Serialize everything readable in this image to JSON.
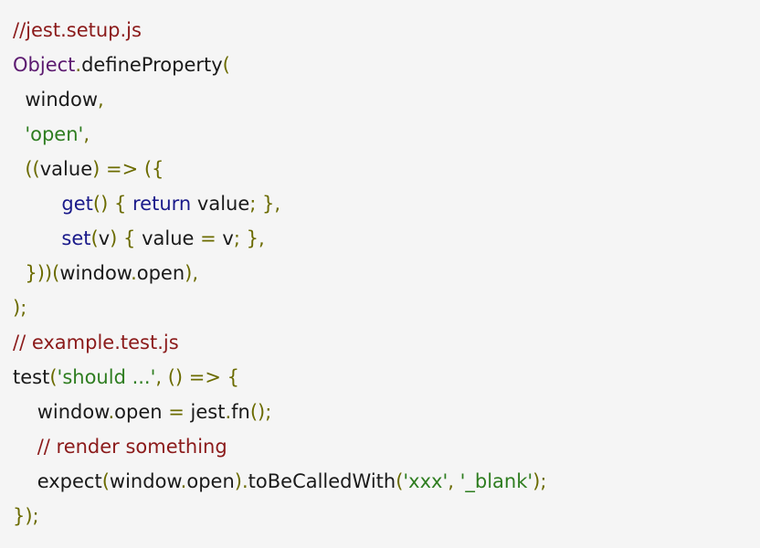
{
  "colors": {
    "background": "#f5f5f5",
    "comment": "#8b1a1a",
    "builtin": "#5c1a70",
    "string": "#2e7d20",
    "keyword": "#1a1a8a",
    "punctuation": "#6b6b00",
    "text": "#1a1a1a"
  },
  "code": {
    "lines": [
      [
        {
          "t": "comment",
          "v": "//jest.setup.js"
        }
      ],
      [
        {
          "t": "builtin",
          "v": "Object"
        },
        {
          "t": "punct",
          "v": "."
        },
        {
          "t": "plain",
          "v": "defineProperty"
        },
        {
          "t": "punct",
          "v": "("
        }
      ],
      [
        {
          "t": "plain",
          "v": "  window"
        },
        {
          "t": "punct",
          "v": ","
        }
      ],
      [
        {
          "t": "plain",
          "v": "  "
        },
        {
          "t": "string",
          "v": "'open'"
        },
        {
          "t": "punct",
          "v": ","
        }
      ],
      [
        {
          "t": "plain",
          "v": "  "
        },
        {
          "t": "punct",
          "v": "(("
        },
        {
          "t": "plain",
          "v": "value"
        },
        {
          "t": "punct",
          "v": ") => ({"
        }
      ],
      [
        {
          "t": "plain",
          "v": "        "
        },
        {
          "t": "keyword",
          "v": "get"
        },
        {
          "t": "punct",
          "v": "() { "
        },
        {
          "t": "keyword",
          "v": "return"
        },
        {
          "t": "plain",
          "v": " value"
        },
        {
          "t": "punct",
          "v": "; },"
        }
      ],
      [
        {
          "t": "plain",
          "v": "        "
        },
        {
          "t": "keyword",
          "v": "set"
        },
        {
          "t": "punct",
          "v": "("
        },
        {
          "t": "plain",
          "v": "v"
        },
        {
          "t": "punct",
          "v": ") { "
        },
        {
          "t": "plain",
          "v": "value "
        },
        {
          "t": "punct",
          "v": "="
        },
        {
          "t": "plain",
          "v": " v"
        },
        {
          "t": "punct",
          "v": "; },"
        }
      ],
      [
        {
          "t": "plain",
          "v": "  "
        },
        {
          "t": "punct",
          "v": "}))("
        },
        {
          "t": "plain",
          "v": "window"
        },
        {
          "t": "punct",
          "v": "."
        },
        {
          "t": "plain",
          "v": "open"
        },
        {
          "t": "punct",
          "v": "),"
        }
      ],
      [
        {
          "t": "punct",
          "v": ");"
        }
      ],
      [
        {
          "t": "comment",
          "v": "// example.test.js"
        }
      ],
      [
        {
          "t": "plain",
          "v": "test"
        },
        {
          "t": "punct",
          "v": "("
        },
        {
          "t": "string",
          "v": "'should ...'"
        },
        {
          "t": "punct",
          "v": ", () => {"
        }
      ],
      [
        {
          "t": "plain",
          "v": "    window"
        },
        {
          "t": "punct",
          "v": "."
        },
        {
          "t": "plain",
          "v": "open "
        },
        {
          "t": "punct",
          "v": "="
        },
        {
          "t": "plain",
          "v": " jest"
        },
        {
          "t": "punct",
          "v": "."
        },
        {
          "t": "plain",
          "v": "fn"
        },
        {
          "t": "punct",
          "v": "();"
        }
      ],
      [
        {
          "t": "plain",
          "v": "    "
        },
        {
          "t": "comment",
          "v": "// render something"
        }
      ],
      [
        {
          "t": "plain",
          "v": "    expect"
        },
        {
          "t": "punct",
          "v": "("
        },
        {
          "t": "plain",
          "v": "window"
        },
        {
          "t": "punct",
          "v": "."
        },
        {
          "t": "plain",
          "v": "open"
        },
        {
          "t": "punct",
          "v": ")."
        },
        {
          "t": "plain",
          "v": "toBeCalledWith"
        },
        {
          "t": "punct",
          "v": "("
        },
        {
          "t": "string",
          "v": "'xxx'"
        },
        {
          "t": "punct",
          "v": ", "
        },
        {
          "t": "string",
          "v": "'_blank'"
        },
        {
          "t": "punct",
          "v": ");"
        }
      ],
      [
        {
          "t": "punct",
          "v": "});"
        }
      ]
    ]
  }
}
